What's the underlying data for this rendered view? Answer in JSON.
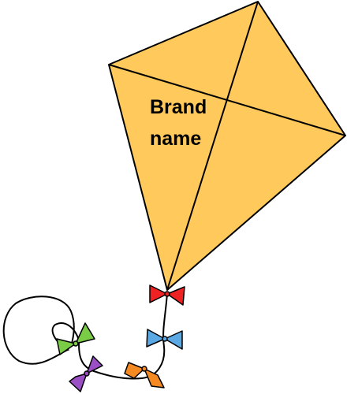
{
  "kite": {
    "label_line1": "Brand",
    "label_line2": "name",
    "fill_color": "#FFC95C",
    "stroke_color": "#000000"
  },
  "bows": [
    {
      "name": "red-bow",
      "color": "#EE2222"
    },
    {
      "name": "blue-bow",
      "color": "#5AA8E4"
    },
    {
      "name": "green-bow",
      "color": "#7ACB45"
    },
    {
      "name": "orange-bow",
      "color": "#F58A22"
    },
    {
      "name": "purple-bow",
      "color": "#9B4FC4"
    }
  ]
}
